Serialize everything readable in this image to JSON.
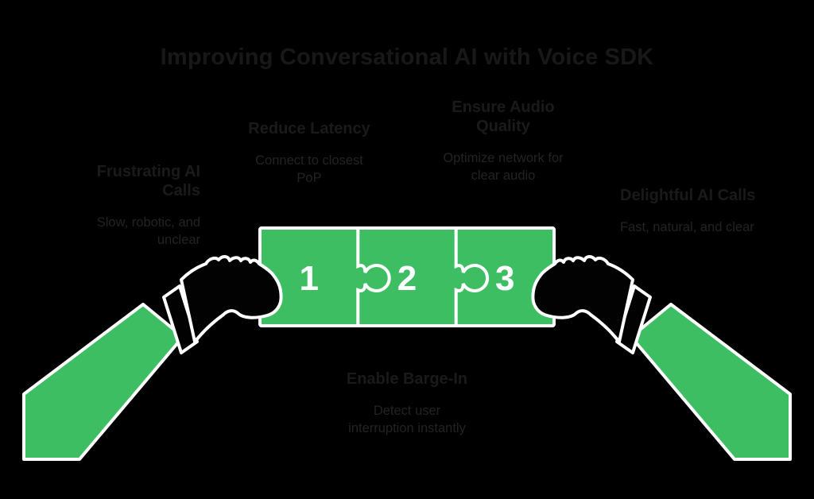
{
  "title": "Improving Conversational AI with Voice SDK",
  "colors": {
    "background": "#000000",
    "accent_green": "#3EBE63",
    "outline_white": "#FFFFFF",
    "heading_text": "#1A1A1A",
    "body_text": "#232323",
    "number_text": "#FFFFFF"
  },
  "sections": {
    "frustrating": {
      "title_lines": [
        "Frustrating AI",
        "Calls"
      ],
      "body_lines": [
        "Slow, robotic, and",
        "unclear"
      ]
    },
    "reduce": {
      "title_lines": [
        "Reduce Latency"
      ],
      "body_lines": [
        "Connect to closest",
        "PoP"
      ]
    },
    "ensure": {
      "title_lines": [
        "Ensure Audio",
        "Quality"
      ],
      "body_lines": [
        "Optimize network for",
        "clear audio"
      ]
    },
    "delightful": {
      "title_lines": [
        "Delightful AI Calls"
      ],
      "body_lines": [
        "Fast, natural, and clear"
      ]
    },
    "barge": {
      "title_lines": [
        "Enable Barge-In"
      ],
      "body_lines": [
        "Detect user",
        "interruption instantly"
      ]
    }
  },
  "puzzle": {
    "pieces": [
      {
        "number": "1"
      },
      {
        "number": "2"
      },
      {
        "number": "3"
      }
    ]
  }
}
